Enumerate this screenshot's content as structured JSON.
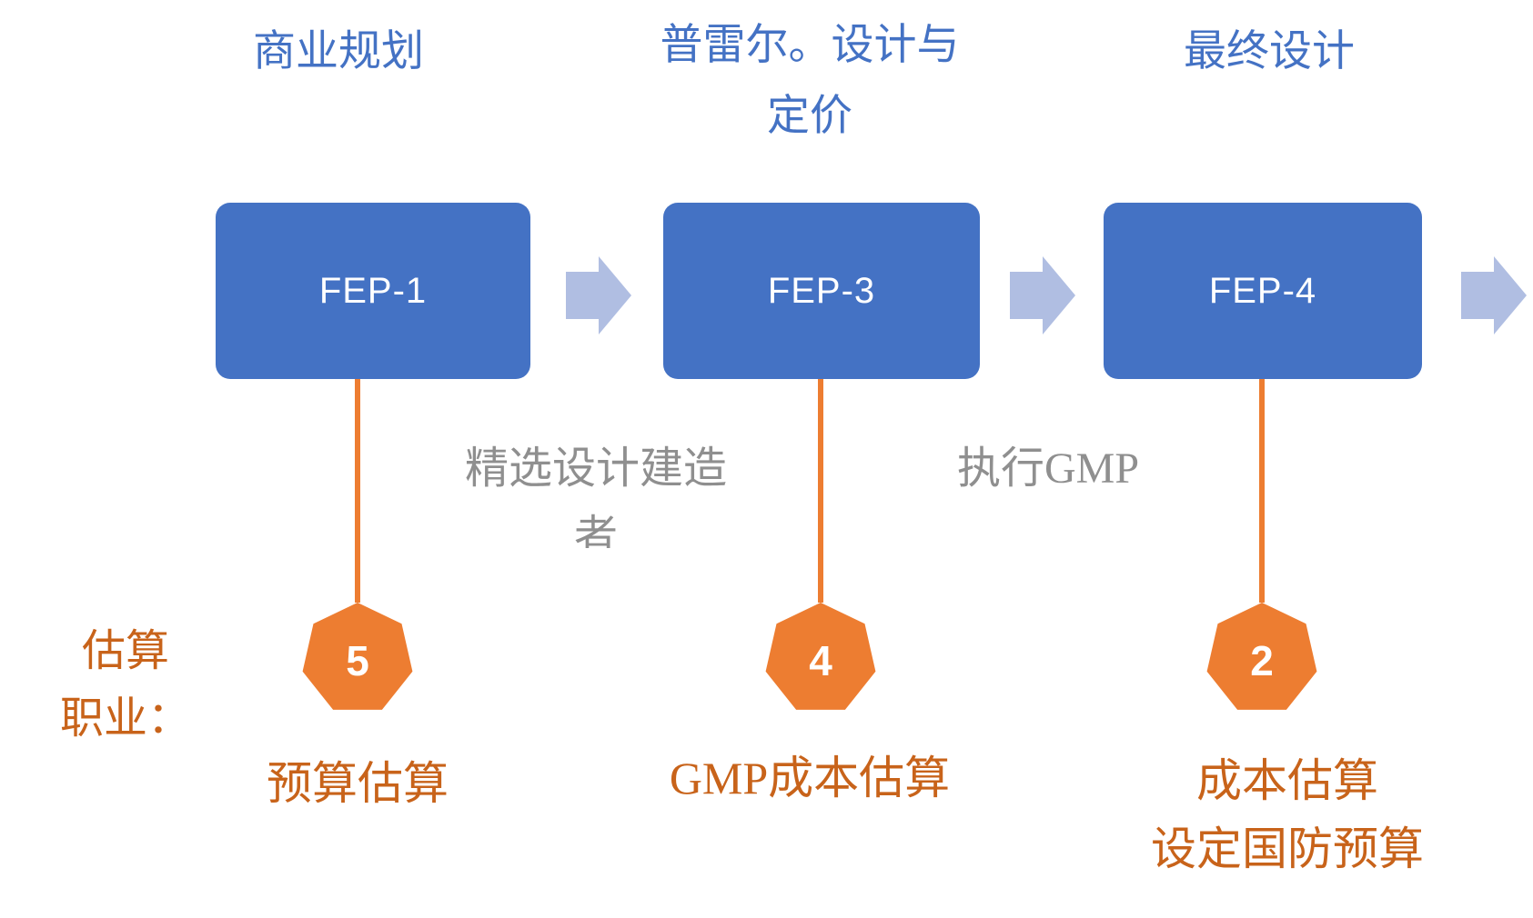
{
  "colors": {
    "box_blue": "#4472C4",
    "header_blue": "#4472C4",
    "arrow_blue": "#B0BEE2",
    "shape_orange": "#ED7D31",
    "text_orange": "#C8631A",
    "gray_text": "#8F8F8F",
    "background": "#FFFFFF",
    "box_text": "#FFFFFF",
    "badge_text": "#FFFFFF"
  },
  "icons": {
    "flow_arrow": "right-block-arrow",
    "badge_shape": "heptagon"
  },
  "columns": [
    {
      "header_line1": "商业规划",
      "header_line2": "",
      "box": "FEP-1",
      "badge": "5",
      "label_line1": "预算估算",
      "label_line2": ""
    },
    {
      "header_line1": "普雷尔。设计与",
      "header_line2": "定价",
      "box": "FEP-3",
      "badge": "4",
      "label_line1": "GMP成本估算",
      "label_line2": ""
    },
    {
      "header_line1": "最终设计",
      "header_line2": "",
      "box": "FEP-4",
      "badge": "2",
      "label_line1": "成本估算",
      "label_line2": "设定国防预算"
    }
  ],
  "connector_labels": [
    {
      "line1": "精选设计建造",
      "line2": "者"
    },
    {
      "line1": "执行GMP",
      "line2": ""
    }
  ],
  "side_label": {
    "line1": "估算",
    "line2": "职业："
  }
}
